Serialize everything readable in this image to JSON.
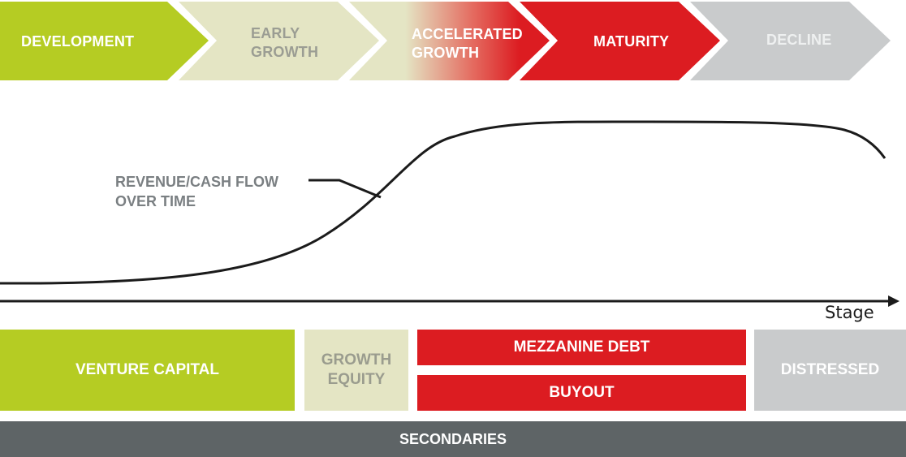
{
  "stages": [
    {
      "key": "development",
      "lines": [
        "DEVELOPMENT"
      ],
      "color": "#b5cc23"
    },
    {
      "key": "early-growth",
      "lines": [
        "EARLY",
        "GROWTH"
      ],
      "color": "#e4e5c4"
    },
    {
      "key": "accelerated-growth",
      "lines": [
        "ACCELERATED",
        "GROWTH"
      ],
      "color": "#dc1c21"
    },
    {
      "key": "maturity",
      "lines": [
        "MATURITY"
      ],
      "color": "#dc1c21"
    },
    {
      "key": "decline",
      "lines": [
        "DECLINE"
      ],
      "color": "#c9cbcc"
    }
  ],
  "curve": {
    "label_lines": [
      "REVENUE/CASH FLOW",
      "OVER TIME"
    ]
  },
  "axis": {
    "label": "Stage"
  },
  "financing": {
    "venture_capital": "VENTURE CAPITAL",
    "growth_equity_lines": [
      "GROWTH",
      "EQUITY"
    ],
    "mezzanine_debt": "MEZZANINE DEBT",
    "buyout": "BUYOUT",
    "distressed": "DISTRESSED",
    "secondaries": "SECONDARIES"
  },
  "colors": {
    "green": "#b5cc23",
    "beige": "#e4e5c4",
    "red": "#dc1c21",
    "grey": "#c9cbcc",
    "dark_grey": "#5e6466"
  }
}
